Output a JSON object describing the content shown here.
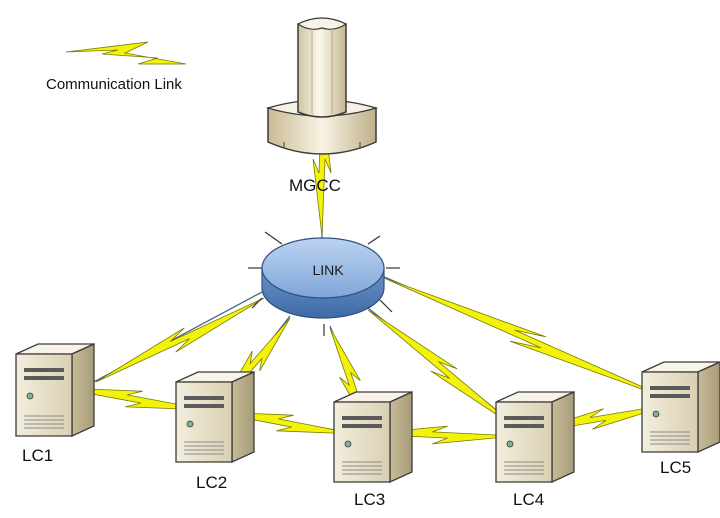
{
  "legend": {
    "label": "Communication Link"
  },
  "hub": {
    "label": "LINK"
  },
  "control_center": {
    "label": "MGCC"
  },
  "controllers": [
    {
      "label": "LC1"
    },
    {
      "label": "LC2"
    },
    {
      "label": "LC3"
    },
    {
      "label": "LC4"
    },
    {
      "label": "LC5"
    }
  ],
  "colors": {
    "lightning": "#f2f20a",
    "lightning_stroke": "#7a7a00",
    "wire": "#4a6890",
    "hub_fill": "#8fb4e3",
    "server_fill": "#efe9d6",
    "server_stroke": "#3a3a3a"
  }
}
